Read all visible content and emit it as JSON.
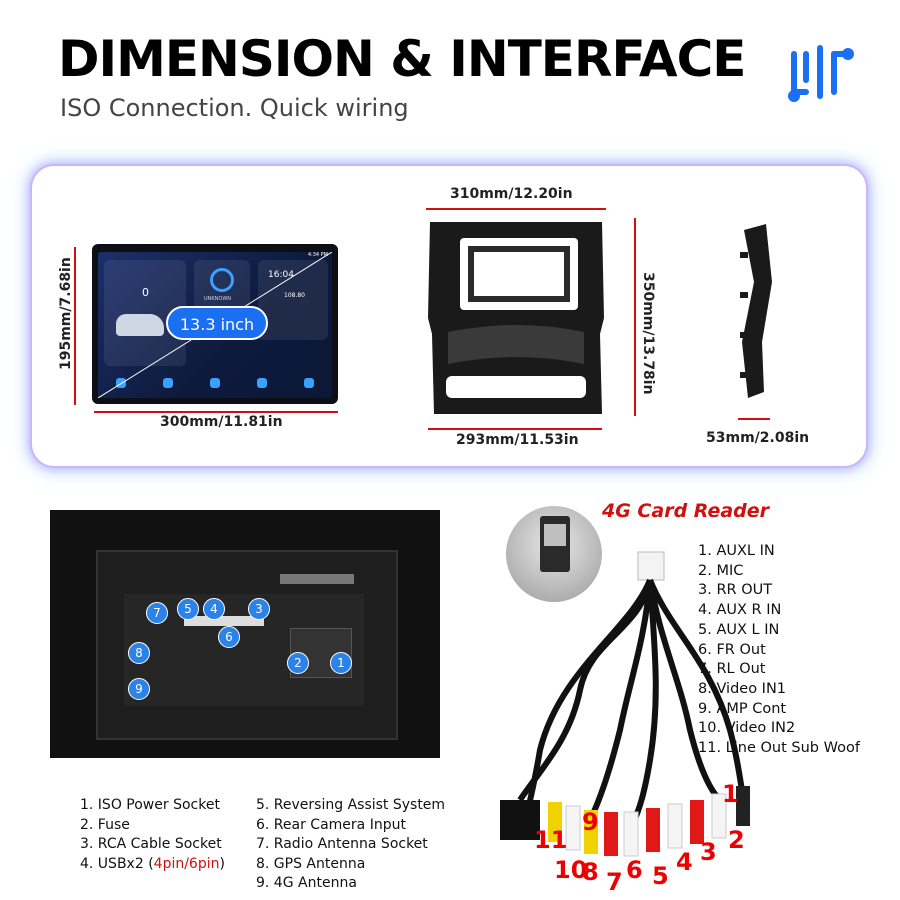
{
  "header": {
    "title": "DIMENSION & INTERFACE",
    "subtitle": "ISO Connection. Quick wiring",
    "icon": "interface-arrows-icon"
  },
  "dimensions": {
    "unit_height": "195mm/7.68in",
    "unit_width": "300mm/11.81in",
    "screen_size": "13.3 inch",
    "frame_top_width": "310mm/12.20in",
    "frame_height": "350mm/13.78in",
    "frame_bottom_width": "293mm/11.53in",
    "frame_depth": "53mm/2.08in"
  },
  "screen_ui": {
    "speed": "0",
    "track": "UNKNOWN",
    "clock": "16:04",
    "status_time": "4:34 PM",
    "fm": "108.80"
  },
  "card_reader": {
    "title": "4G Card Reader"
  },
  "rear_ports": {
    "items": [
      "1. ISO Power Socket",
      "2. Fuse",
      "3. RCA Cable Socket",
      "4. USBx2 (",
      "5. Reversing Assist System",
      "6. Rear Camera Input",
      "7. Radio Antenna Socket",
      "8. GPS Antenna",
      "9. 4G Antenna"
    ],
    "usb_highlight": "4pin/6pin",
    "usb_suffix": ")",
    "markers": [
      "1",
      "2",
      "3",
      "4",
      "5",
      "6",
      "7",
      "8",
      "9"
    ]
  },
  "rca_wires": {
    "items": [
      "1.  AUXL IN",
      "2.  MIC",
      "3.  RR OUT",
      "4.  AUX R IN",
      "5.  AUX L IN",
      "6.  FR Out",
      "7.  RL Out",
      "8.  Video IN1",
      "9.   AMP Cont",
      "10. Video IN2",
      "11. Line Out Sub Woof"
    ],
    "markers": [
      "1",
      "2",
      "3",
      "4",
      "5",
      "6",
      "7",
      "8",
      "9",
      "10",
      "11"
    ]
  },
  "colors": {
    "accent_blue": "#1b6ff2",
    "dimension_red": "#d01010",
    "frame_glow": "#c9b6ff"
  }
}
